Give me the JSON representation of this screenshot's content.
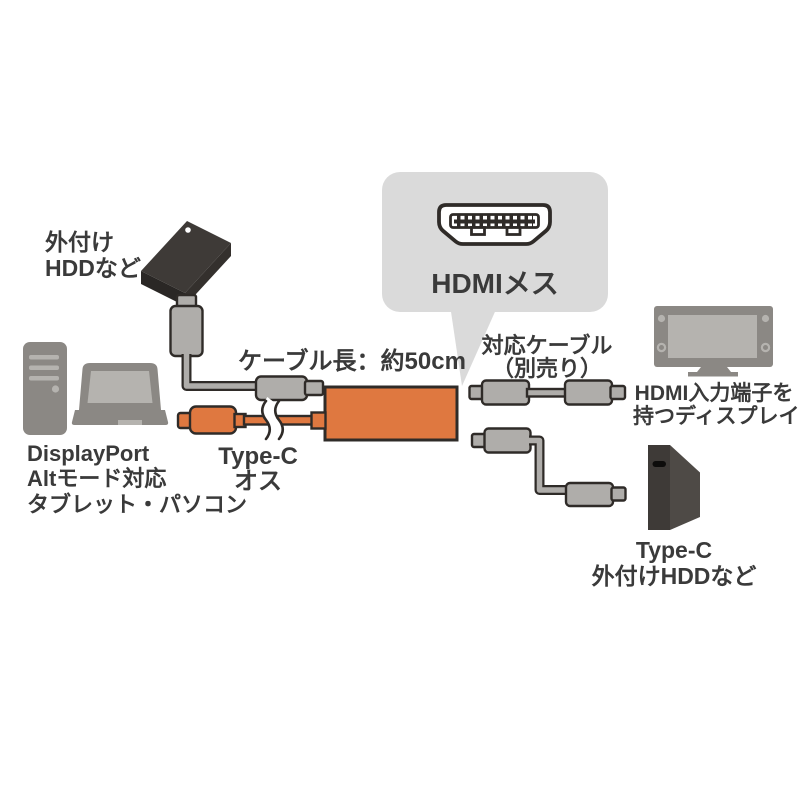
{
  "diagram": {
    "callout": {
      "label": "HDMIメス",
      "icon": "hdmi-female-port-icon"
    },
    "labels": {
      "external_hdd": [
        "外付け",
        "HDDなど"
      ],
      "cable_length": "ケーブル長：約50cm",
      "source_device": [
        "DisplayPort",
        "Altモード対応",
        "タブレット・パソコン"
      ],
      "typec_male": [
        "Type-C",
        "オス"
      ],
      "optional_cable": [
        "対応ケーブル",
        "（別売り）"
      ],
      "display": [
        "HDMI入力端子を",
        "持つディスプレイ"
      ],
      "typec_hdd": [
        "Type-C",
        "外付けHDDなど"
      ]
    },
    "icons": {
      "left_devices": [
        "desktop-pc-icon",
        "laptop-icon",
        "external-hdd-icon",
        "usb-plug-from-hdd-icon"
      ],
      "center": [
        "typec-male-plug-icon",
        "cable-break-icon",
        "adapter-body-icon",
        "hdmi-female-port-icon"
      ],
      "right_devices": [
        "hdmi-cable-icon",
        "typec-cable-icon",
        "display-icon",
        "typec-hdd-icon"
      ]
    },
    "colors": {
      "accent_orange": "#DF7840",
      "outline_dark": "#2F2B28",
      "connector_gray": "#AFADAA",
      "bubble_gray": "#DADADA",
      "device_gray": "#8B8884",
      "device_light": "#B5B3AF",
      "hdd_top": "#3E3A37",
      "hdd_side_dark": "#2A2725",
      "hdd_side_mid": "#34302D",
      "hdd_side_light": "#4E4A46",
      "text_dark": "#3A3A3A",
      "background": "#FFFFFF"
    }
  }
}
